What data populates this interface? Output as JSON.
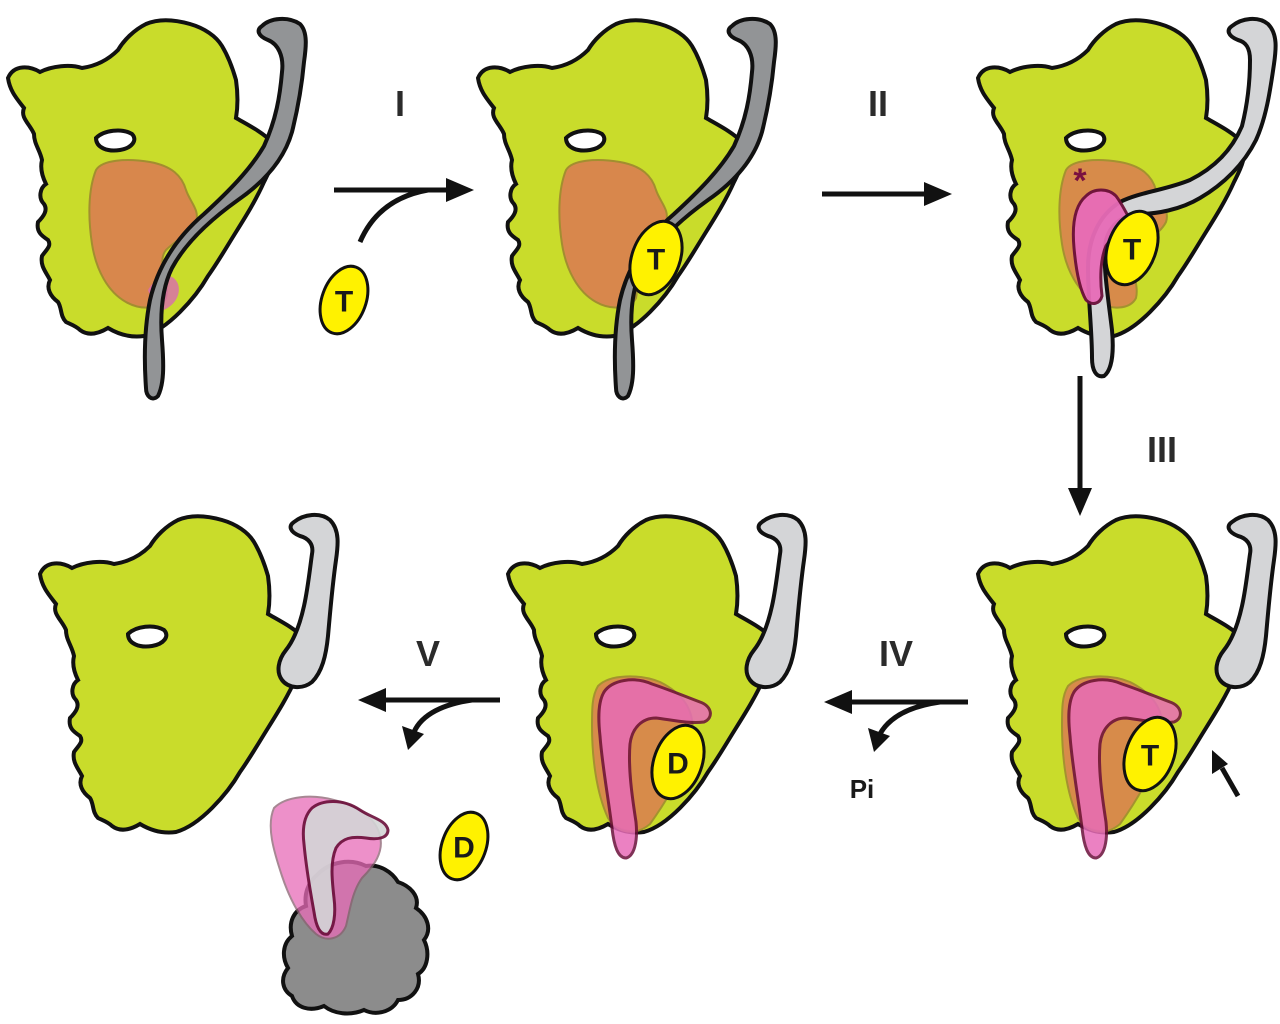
{
  "palette": {
    "body": "#c9dc2b",
    "lever_dark": "#929496",
    "lever_light": "#d4d5d7",
    "orange": "#d9834e",
    "magenta": "#e86cb8",
    "nucleotide": "#fff200",
    "outline": "#111111",
    "released": "#8c8c8c"
  },
  "steps": [
    {
      "label": "I"
    },
    {
      "label": "II"
    },
    {
      "label": "III"
    },
    {
      "label": "IV"
    },
    {
      "label": "V"
    }
  ],
  "nucleotides": {
    "atp": "T",
    "adp": "D"
  },
  "products": {
    "phosphate": "Pi"
  },
  "marks": {
    "asterisk": "*"
  }
}
